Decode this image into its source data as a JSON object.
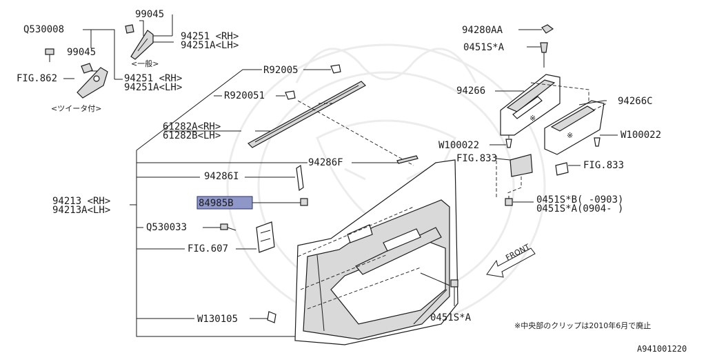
{
  "labels": {
    "q530008": "Q530008",
    "p99045a": "99045",
    "p99045b": "99045",
    "fig862": "FIG.862",
    "p94251_rh_top": "94251 <RH>",
    "p94251a_lh_top": "94251A<LH>",
    "ippan": "<一般>",
    "p94251_rh_bot": "94251 <RH>",
    "p94251a_lh_bot": "94251A<LH>",
    "tweeter": "<ツイータ付>",
    "r92005": "R92005",
    "r920051": "R920051",
    "p61282a": "61282A<RH>",
    "p61282b": "61282B<LH>",
    "p94286f": "94286F",
    "p94286i": "94286I",
    "p94213": "94213 <RH>",
    "p94213a": "94213A<LH>",
    "p84985b": "84985B",
    "q530033": "Q530033",
    "fig607": "FIG.607",
    "w130105": "W130105",
    "p0451s_a_bottom": "0451S*A",
    "p94280aa": "94280AA",
    "p0451s_a_top": "0451S*A",
    "p94266": "94266",
    "p94266c": "94266C",
    "w100022_left": "W100022",
    "w100022_right": "W100022",
    "fig833_left": "FIG.833",
    "fig833_right": "FIG.833",
    "p0451s_b_range": "0451S*B( -0903)",
    "p0451s_a_range": "0451S*A(0904- )",
    "front": "FRONT",
    "note": "※中央部のクリップは2010年6月で廃止",
    "asterisk_a": "※",
    "asterisk_b": "※",
    "diagram_code": "A941001220"
  },
  "colors": {
    "highlight": "#8f97c9",
    "ink": "#1a1a1a",
    "watermark": "#ececec"
  }
}
